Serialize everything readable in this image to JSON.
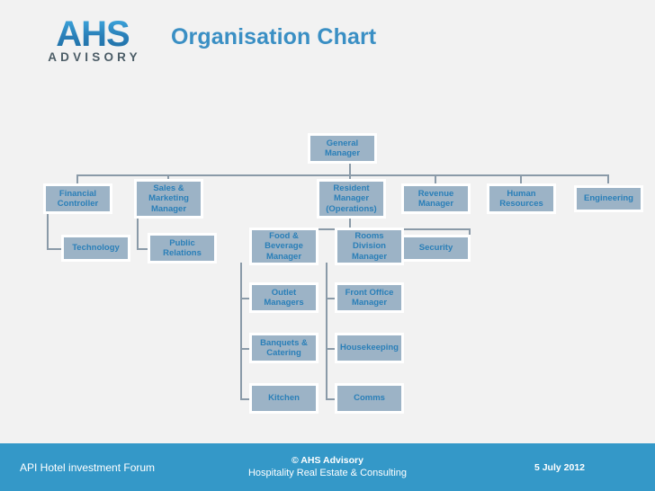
{
  "header": {
    "logo_primary": "AHS",
    "logo_secondary": "ADVISORY",
    "title": "Organisation Chart",
    "title_color": "#3a8fc4"
  },
  "chart_data": {
    "type": "diagram",
    "diagram_kind": "org-chart",
    "title": "Organisation Chart",
    "node_fill": "#9cb3c6",
    "node_text_color": "#2a7fb8",
    "connector_color": "#8a9aa8",
    "nodes": [
      {
        "id": "general-manager",
        "label": "General\nManager",
        "line1": "General",
        "line2": "Manager",
        "line3": "",
        "level": 0,
        "parent": null
      },
      {
        "id": "financial-controller",
        "label": "Financial Controller",
        "line1": "Financial",
        "line2": "Controller",
        "line3": "",
        "level": 1,
        "parent": "general-manager"
      },
      {
        "id": "sales-marketing-manager",
        "label": "Sales & Marketing Manager",
        "line1": "Sales &",
        "line2": "Marketing",
        "line3": "Manager",
        "level": 1,
        "parent": "general-manager"
      },
      {
        "id": "resident-manager",
        "label": "Resident Manager (Operations)",
        "line1": "Resident",
        "line2": "Manager",
        "line3": "(Operations)",
        "level": 1,
        "parent": "general-manager"
      },
      {
        "id": "revenue-manager",
        "label": "Revenue Manager",
        "line1": "Revenue",
        "line2": "Manager",
        "line3": "",
        "level": 1,
        "parent": "general-manager"
      },
      {
        "id": "human-resources",
        "label": "Human Resources",
        "line1": "Human",
        "line2": "Resources",
        "line3": "",
        "level": 1,
        "parent": "general-manager"
      },
      {
        "id": "engineering",
        "label": "Engineering",
        "line1": "Engineering",
        "line2": "",
        "line3": "",
        "level": 1,
        "parent": "general-manager"
      },
      {
        "id": "technology",
        "label": "Technology",
        "line1": "Technology",
        "line2": "",
        "line3": "",
        "level": 2,
        "parent": "financial-controller"
      },
      {
        "id": "public-relations",
        "label": "Public Relations",
        "line1": "Public",
        "line2": "Relations",
        "line3": "",
        "level": 2,
        "parent": "sales-marketing-manager"
      },
      {
        "id": "food-beverage-manager",
        "label": "Food & Beverage Manager",
        "line1": "Food &",
        "line2": "Beverage",
        "line3": "Manager",
        "level": 2,
        "parent": "resident-manager"
      },
      {
        "id": "rooms-division-manager",
        "label": "Rooms Division Manager",
        "line1": "Rooms",
        "line2": "Division",
        "line3": "Manager",
        "level": 2,
        "parent": "resident-manager"
      },
      {
        "id": "security",
        "label": "Security",
        "line1": "Security",
        "line2": "",
        "line3": "",
        "level": 2,
        "parent": "resident-manager"
      },
      {
        "id": "outlet-managers",
        "label": "Outlet Managers",
        "line1": "Outlet",
        "line2": "Managers",
        "line3": "",
        "level": 3,
        "parent": "food-beverage-manager"
      },
      {
        "id": "banquets-catering",
        "label": "Banquets & Catering",
        "line1": "Banquets &",
        "line2": "Catering",
        "line3": "",
        "level": 3,
        "parent": "food-beverage-manager"
      },
      {
        "id": "kitchen",
        "label": "Kitchen",
        "line1": "Kitchen",
        "line2": "",
        "line3": "",
        "level": 3,
        "parent": "food-beverage-manager"
      },
      {
        "id": "front-office-manager",
        "label": "Front Office Manager",
        "line1": "Front Office",
        "line2": "Manager",
        "line3": "",
        "level": 3,
        "parent": "rooms-division-manager"
      },
      {
        "id": "housekeeping",
        "label": "Housekeeping",
        "line1": "Housekeeping",
        "line2": "",
        "line3": "",
        "level": 3,
        "parent": "rooms-division-manager"
      },
      {
        "id": "comms",
        "label": "Comms",
        "line1": "Comms",
        "line2": "",
        "line3": "",
        "level": 3,
        "parent": "rooms-division-manager"
      }
    ]
  },
  "footer": {
    "left": "API Hotel investment Forum",
    "center_line1": "© AHS Advisory",
    "center_line2": "Hospitality Real Estate & Consulting",
    "right": "5 July 2012",
    "background_color": "#3498c8"
  }
}
